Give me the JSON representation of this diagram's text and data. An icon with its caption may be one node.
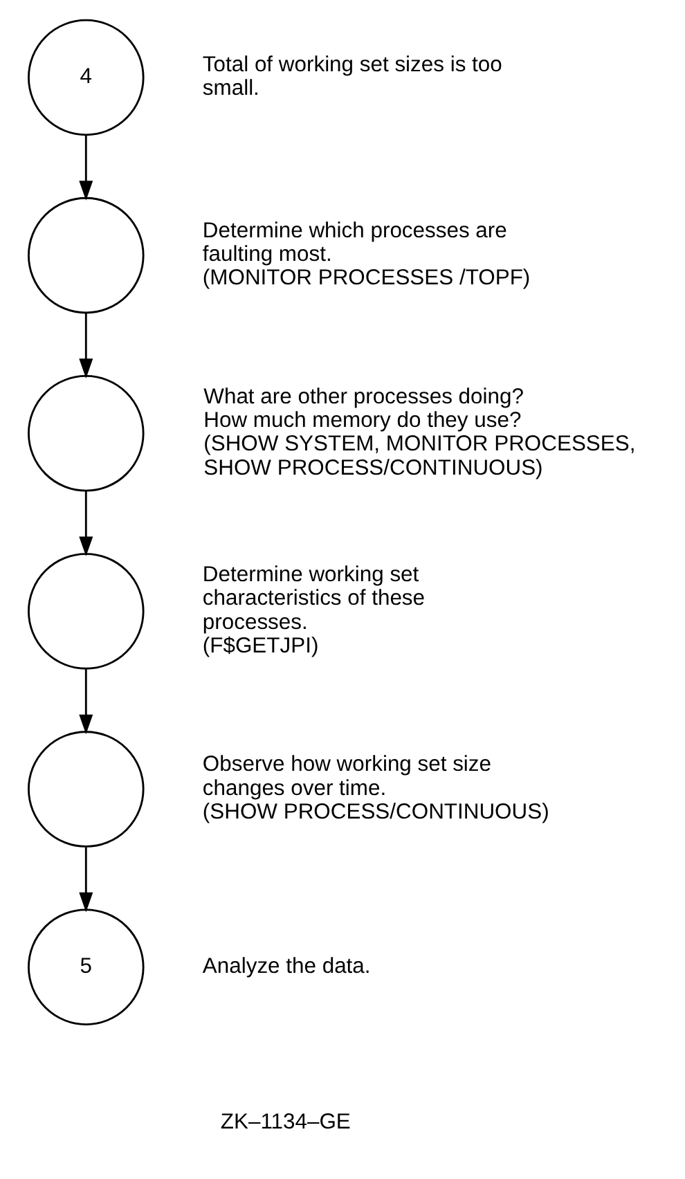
{
  "diagram": {
    "nodes": [
      {
        "text": [
          "4"
        ],
        "beside": [
          "Total of working set sizes is too small."
        ]
      },
      {
        "text": [],
        "shape": "circle",
        "beside": [
          "Determine which processes are faulting most.",
          "(MONITOR PROCESSES /TOPF)"
        ]
      },
      {
        "text": [],
        "shape": "circle",
        "beside": [
          "What are other processes doing?",
          "How much memory do they use?",
          "(SHOW SYSTEM, MONITOR PROCESSES, SHOW PROCESS/CONTINUOUS)"
        ]
      },
      {
        "text": [],
        "shape": "circle",
        "beside": [
          "Determine working set characteristics of these processes.",
          "(F$GETJPI)"
        ]
      },
      {
        "text": [],
        "shape": "circle",
        "beside": [
          "Observe how working set size changes over time.",
          "(SHOW PROCESS/CONTINUOUS)"
        ]
      },
      {
        "text": [
          "5"
        ],
        "beside": [
          "Analyze the data."
        ]
      }
    ],
    "edges": [
      {
        "from": 0,
        "to": 1,
        "arrow": "to"
      },
      {
        "from": 1,
        "to": 2,
        "arrow": "to"
      },
      {
        "from": 2,
        "to": 3,
        "arrow": "to"
      },
      {
        "from": 3,
        "to": 4,
        "arrow": "to"
      },
      {
        "from": 4,
        "to": 5,
        "arrow": "to"
      }
    ],
    "labels": [
      "ZK–1134–GE"
    ]
  }
}
